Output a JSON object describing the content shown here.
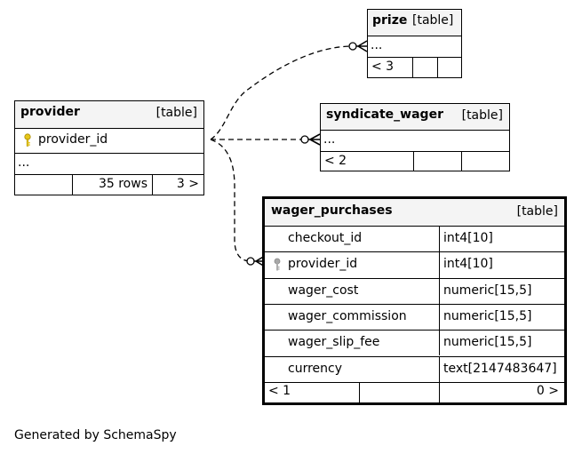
{
  "tables": {
    "prize": {
      "name": "prize",
      "kind": "[table]",
      "ellipsis": "...",
      "footer_left": "< 3"
    },
    "provider": {
      "name": "provider",
      "kind": "[table]",
      "pk_column": "provider_id",
      "ellipsis": "...",
      "footer_rows": "35 rows",
      "footer_right": "3 >"
    },
    "syndicate_wager": {
      "name": "syndicate_wager",
      "kind": "[table]",
      "ellipsis": "...",
      "footer_left": "< 2"
    },
    "wager_purchases": {
      "name": "wager_purchases",
      "kind": "[table]",
      "columns": [
        {
          "name": "checkout_id",
          "type": "int4[10]",
          "icon": ""
        },
        {
          "name": "provider_id",
          "type": "int4[10]",
          "icon": "foreign-key-icon"
        },
        {
          "name": "wager_cost",
          "type": "numeric[15,5]",
          "icon": ""
        },
        {
          "name": "wager_commission",
          "type": "numeric[15,5]",
          "icon": ""
        },
        {
          "name": "wager_slip_fee",
          "type": "numeric[15,5]",
          "icon": ""
        },
        {
          "name": "currency",
          "type": "text[2147483647]",
          "icon": ""
        }
      ],
      "footer_left": "< 1",
      "footer_right": "0 >"
    }
  },
  "colors": {
    "header_bg": "#f4f4f4",
    "primary_key_icon": "#e6c619",
    "foreign_key_icon": "#a8a8a8"
  },
  "footer": {
    "generated_by": "Generated by SchemaSpy"
  }
}
